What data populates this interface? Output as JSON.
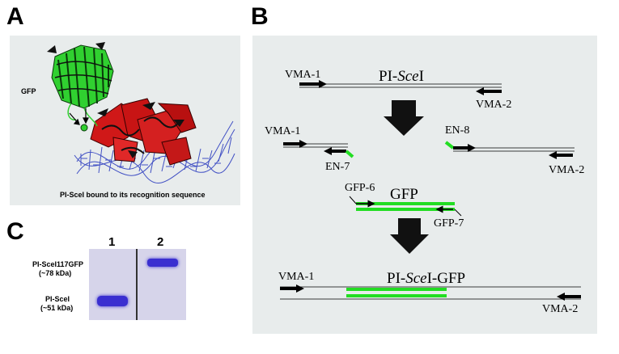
{
  "panel_a": {
    "letter": "A",
    "gfp_label": "GFP",
    "caption": "PI-SceI bound to its recognition sequence"
  },
  "panel_b": {
    "letter": "B",
    "step1": {
      "gene": "PI-SceI",
      "gene_prefix": "PI-",
      "gene_italic": "Sce",
      "gene_suffix": "I",
      "primer_left": "VMA-1",
      "primer_right": "VMA-2"
    },
    "step2": {
      "left": {
        "primer_fwd": "VMA-1",
        "primer_rev": "EN-7"
      },
      "right": {
        "primer_fwd": "EN-8",
        "primer_rev": "VMA-2"
      }
    },
    "step3": {
      "gene": "GFP",
      "primer_fwd": "GFP-6",
      "primer_rev": "GFP-7"
    },
    "step4": {
      "gene_prefix": "PI-",
      "gene_italic": "Sce",
      "gene_suffix": "I-GFP",
      "primer_left": "VMA-1",
      "primer_right": "VMA-2"
    }
  },
  "panel_c": {
    "letter": "C",
    "lanes": [
      "1",
      "2"
    ],
    "band_labels": [
      {
        "name": "PI-SceI117GFP",
        "size": "(~78 kDa)"
      },
      {
        "name": "PI-SceI",
        "size": "(~51 kDa)"
      }
    ]
  },
  "colors": {
    "panel_bg": "#e8ecec",
    "gfp_green": "#22dd22",
    "protein_red": "#d01818",
    "dna_blue": "#3040c0",
    "band_blue": "#3a2fd0"
  }
}
